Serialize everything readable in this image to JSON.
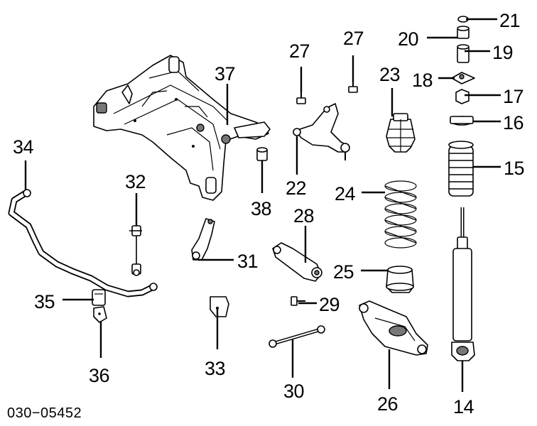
{
  "diagram": {
    "code": "030−05452",
    "callouts": {
      "c14": "14",
      "c15": "15",
      "c16": "16",
      "c17": "17",
      "c18": "18",
      "c19": "19",
      "c20": "20",
      "c21": "21",
      "c22": "22",
      "c23": "23",
      "c24": "24",
      "c25": "25",
      "c26": "26",
      "c27a": "27",
      "c27b": "27",
      "c28": "28",
      "c29": "29",
      "c30": "30",
      "c31": "31",
      "c32": "32",
      "c33": "33",
      "c34": "34",
      "c35": "35",
      "c36": "36",
      "c37": "37",
      "c38": "38"
    }
  }
}
